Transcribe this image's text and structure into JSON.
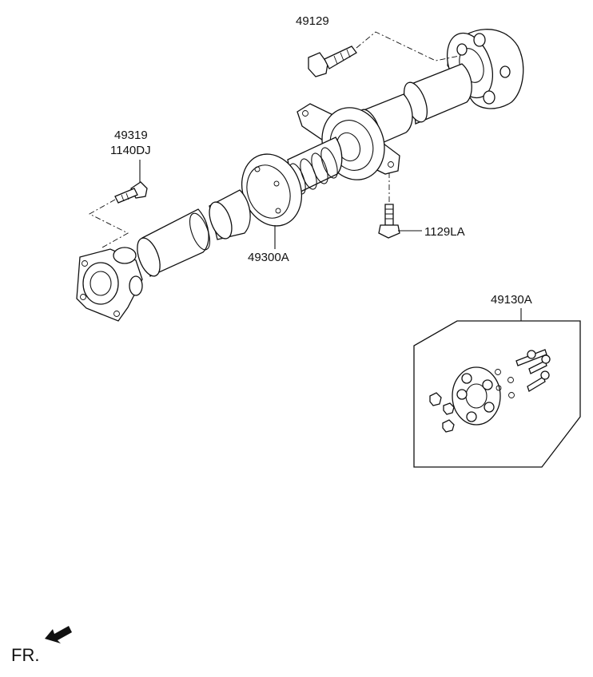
{
  "labels": {
    "bolt_top": "49129",
    "bolt_left_1": "49319",
    "bolt_left_2": "1140DJ",
    "center_bearing_bolt": "1129LA",
    "shaft_assembly": "49300A",
    "rubber_coupling_kit": "49130A",
    "front_indicator": "FR."
  },
  "colors": {
    "line": "#111111",
    "background": "#ffffff"
  }
}
